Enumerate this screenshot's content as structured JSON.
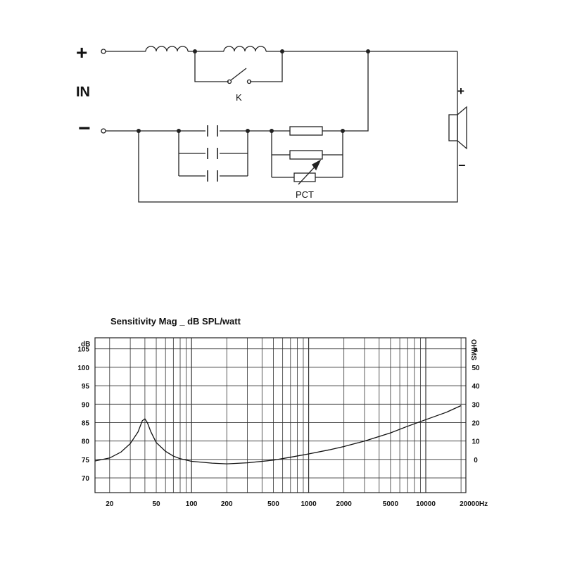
{
  "schematic": {
    "input_plus": "+",
    "input_label": "IN",
    "input_minus": "−",
    "switch_label": "K",
    "thermistor_label": "PCT",
    "speaker_plus": "+",
    "speaker_minus": "−"
  },
  "chart_data": {
    "type": "line",
    "title": "Sensitivity Mag _ dB SPL/watt",
    "xlabel": "",
    "ylabel": "dB",
    "right_axis_label": "OHMS",
    "x_scale": "log",
    "xlim": [
      15,
      22000
    ],
    "ylim": [
      66,
      108
    ],
    "grid": true,
    "x_tick_labels": [
      "20",
      "50",
      "100",
      "200",
      "500",
      "1000",
      "2000",
      "5000",
      "10000",
      "20000Hz"
    ],
    "x_ticks": [
      20,
      50,
      100,
      200,
      500,
      1000,
      2000,
      5000,
      10000,
      20000
    ],
    "y_ticks": [
      70,
      75,
      80,
      85,
      90,
      95,
      100,
      105
    ],
    "y_tick_labels": [
      "70",
      "75",
      "80",
      "85",
      "90",
      "95",
      "100",
      "105"
    ],
    "right_tick_labels": [
      "0",
      "10",
      "20",
      "30",
      "40",
      "50",
      "a"
    ],
    "series": [
      {
        "name": "",
        "x": [
          15,
          20,
          25,
          30,
          35,
          38,
          40,
          42,
          45,
          50,
          60,
          70,
          80,
          100,
          150,
          200,
          300,
          500,
          700,
          1000,
          1500,
          2000,
          3000,
          5000,
          7000,
          10000,
          15000,
          20000
        ],
        "y": [
          74.6,
          75.4,
          77,
          79.3,
          82.5,
          85.5,
          86,
          85,
          82.5,
          79.6,
          77.2,
          75.9,
          75.2,
          74.5,
          74.0,
          73.8,
          74.1,
          74.8,
          75.6,
          76.5,
          77.6,
          78.5,
          80,
          82.2,
          84,
          85.8,
          87.8,
          89.6
        ]
      }
    ]
  }
}
